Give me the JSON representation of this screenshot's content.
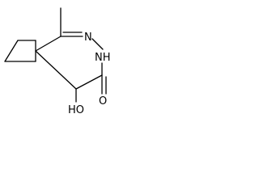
{
  "molecule": {
    "atoms": {
      "n_ring": "N",
      "nh": "NH",
      "oh": "HO",
      "o_carbonyl": "O"
    }
  }
}
